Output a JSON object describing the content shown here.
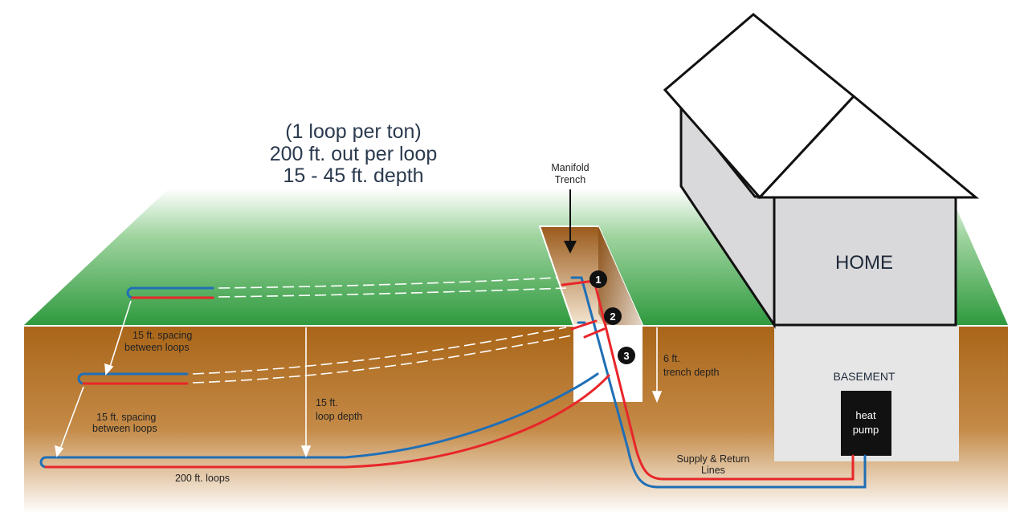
{
  "header": {
    "line1": "(1 loop per ton)",
    "line2": "200 ft. out per loop",
    "line3": "15 - 45 ft. depth"
  },
  "labels": {
    "manifold_line1": "Manifold",
    "manifold_line2": "Trench",
    "spacing1_line1": "15 ft. spacing",
    "spacing1_line2": "between loops",
    "spacing2_line1": "15 ft. spacing",
    "spacing2_line2": "between loops",
    "loop_depth_line1": "15 ft.",
    "loop_depth_line2": "loop depth",
    "trench_depth_line1": "6  ft.",
    "trench_depth_line2": "trench depth",
    "loops": "200 ft. loops",
    "supply_line1": "Supply & Return",
    "supply_line2": "Lines",
    "home": "HOME",
    "basement": "BASEMENT",
    "heat_pump_line1": "heat",
    "heat_pump_line2": "pump"
  },
  "markers": [
    "1",
    "2",
    "3"
  ],
  "colors": {
    "grass": "#2f9a3f",
    "soil": "#b06f1e",
    "supply": "#e8262a",
    "return": "#1f6fb6",
    "house_wall": "#d9d9db",
    "basement": "#e6e6e6",
    "heat_pump": "#111111"
  }
}
